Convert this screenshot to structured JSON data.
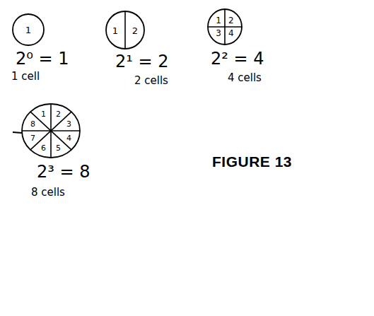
{
  "diagram": {
    "caption": "FIGURE 13",
    "nodes": [
      {
        "text": [
          "1"
        ]
      },
      {
        "text": [
          "1",
          "2"
        ]
      },
      {
        "text": [
          "1",
          "2",
          "3",
          "4"
        ]
      },
      {
        "text": [
          "1",
          "2",
          "3",
          "4",
          "5",
          "6",
          "7",
          "8"
        ]
      }
    ],
    "labels": [
      "2⁰ = 1",
      "1 cell",
      "2¹ = 2",
      "2 cells",
      "2² = 4",
      "4 cells",
      "2³ = 8",
      "8 cells"
    ]
  }
}
